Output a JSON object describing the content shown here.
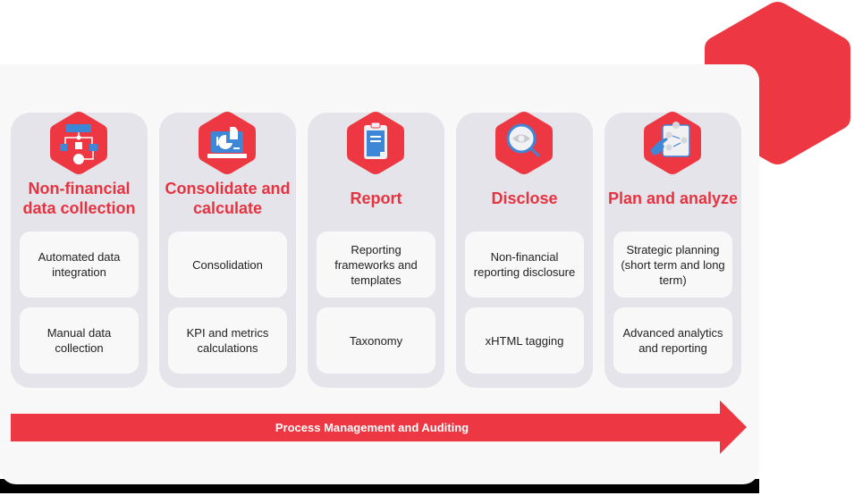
{
  "colors": {
    "accent_red": "#ed3843",
    "title_red": "#e63340",
    "icon_blue": "#3e86d6",
    "column_bg": "#e4e4ea",
    "panel_bg": "#f8f8f8"
  },
  "columns": [
    {
      "title": "Non-financial data collection",
      "icon": "flowchart-icon",
      "items": [
        "Automated data integration",
        "Manual data collection"
      ]
    },
    {
      "title": "Consolidate and calculate",
      "icon": "laptop-pie-chart-icon",
      "items": [
        "Consolidation",
        "KPI and metrics calculations"
      ]
    },
    {
      "title": "Report",
      "icon": "clipboard-document-icon",
      "items": [
        "Reporting frameworks and templates",
        "Taxonomy"
      ]
    },
    {
      "title": "Disclose",
      "icon": "magnifier-eye-icon",
      "items": [
        "Non-financial reporting disclosure",
        "xHTML tagging"
      ]
    },
    {
      "title": "Plan and analyze",
      "icon": "hand-clipboard-plan-icon",
      "items": [
        "Strategic planning (short term and long term)",
        "Advanced analytics and reporting"
      ]
    }
  ],
  "process_bar": {
    "label": "Process Management and Auditing"
  }
}
